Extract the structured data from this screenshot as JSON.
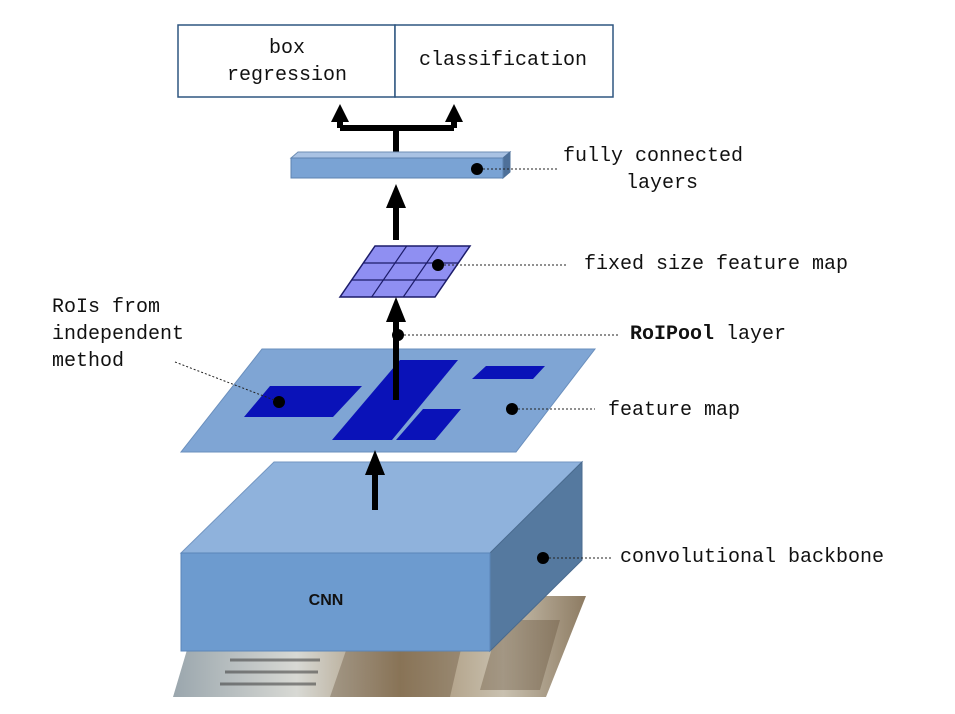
{
  "outputs": {
    "box_regression": [
      "box",
      "regression"
    ],
    "classification": "classification"
  },
  "labels": {
    "fully_connected": [
      "fully connected",
      "layers"
    ],
    "fixed_size_feature_map": "fixed size feature map",
    "roipool_bold": "RoIPool",
    "roipool_rest": " layer",
    "feature_map": "feature map",
    "rois": [
      "RoIs from",
      "independent",
      "method"
    ],
    "conv_backbone": "convolutional backbone",
    "cnn": "CNN"
  },
  "colors": {
    "block_front": "#6d9bcf",
    "block_top": "#8fb2dc",
    "block_side": "#55799f",
    "feature_map_plane": "#7fa5d4",
    "roi_fill": "#0a12b8",
    "grid_fill": "#8f8ff2",
    "grid_line": "#1c1c6a",
    "arrow": "#000000"
  }
}
